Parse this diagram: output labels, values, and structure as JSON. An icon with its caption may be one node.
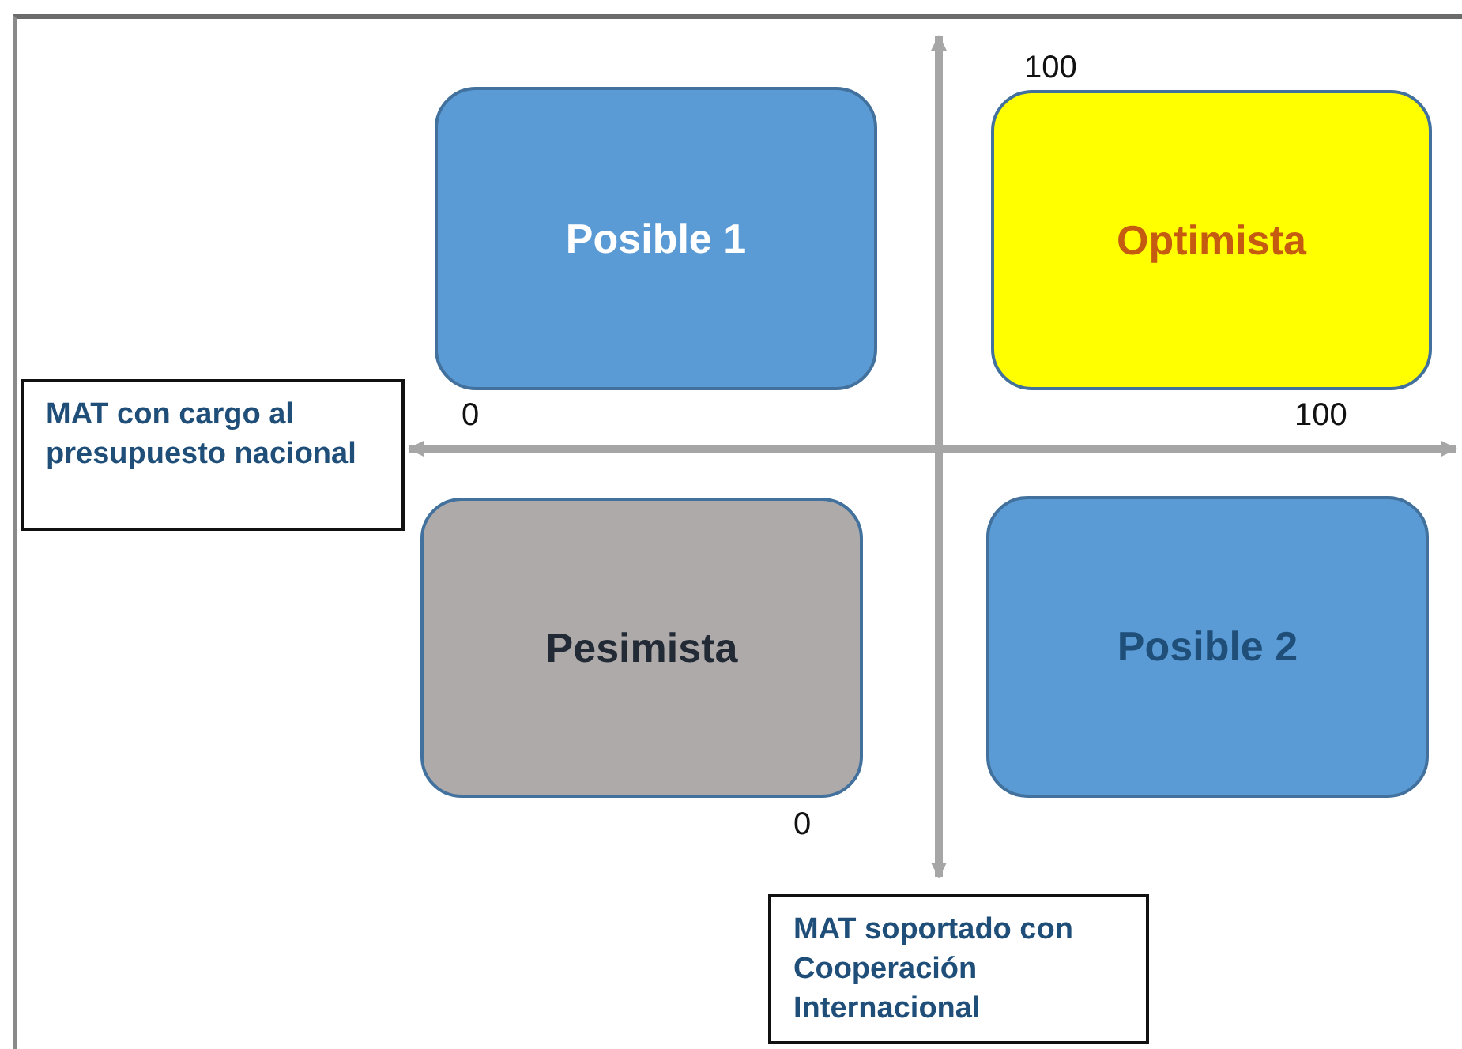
{
  "diagram": {
    "nodes": [
      {
        "text": [
          "Posible 1"
        ]
      },
      {
        "text": [
          "Optimista"
        ]
      },
      {
        "text": [
          "MAT con cargo al presupuesto nacional"
        ]
      },
      {
        "text": [
          "Pesimista"
        ]
      },
      {
        "text": [
          "Posible 2"
        ]
      },
      {
        "text": [
          "MAT soportado con Cooperación Internacional"
        ]
      }
    ],
    "labels": [
      "100",
      "0",
      "100",
      "0"
    ]
  }
}
